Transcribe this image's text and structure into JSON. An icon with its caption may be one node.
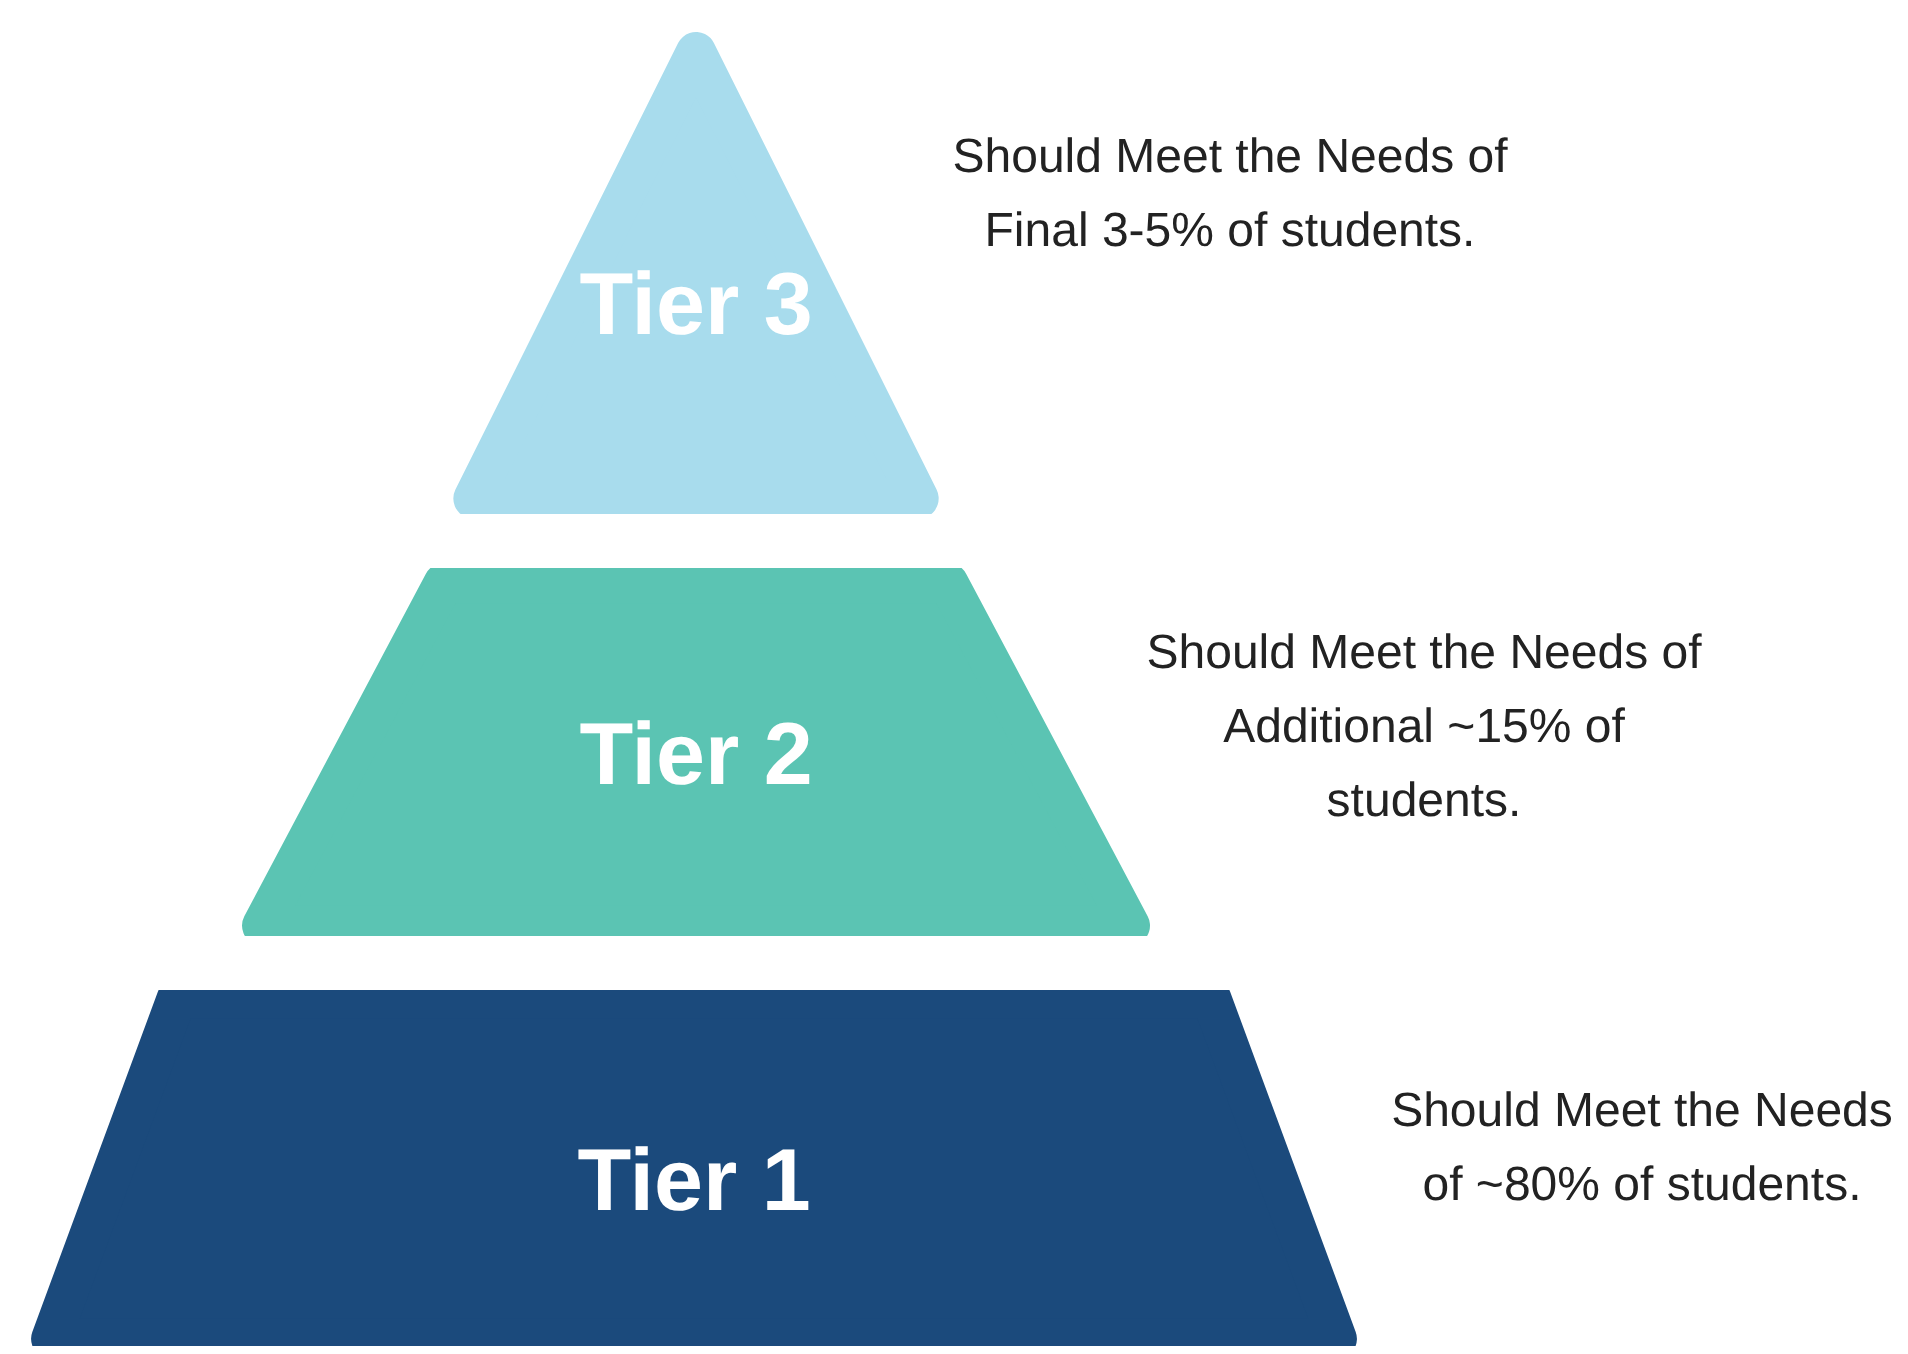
{
  "diagram": {
    "nodes": [
      {
        "text": [
          "Tier 3"
        ],
        "beside": [
          "Should Meet the Needs of Final 3-5% of students."
        ]
      },
      {
        "text": [
          "Tier 2"
        ],
        "beside": [
          "Should Meet the Needs of Additional ~15% of students."
        ]
      },
      {
        "text": [
          "Tier 1"
        ],
        "beside": [
          "Should Meet the Needs of ~80% of students."
        ]
      }
    ]
  }
}
